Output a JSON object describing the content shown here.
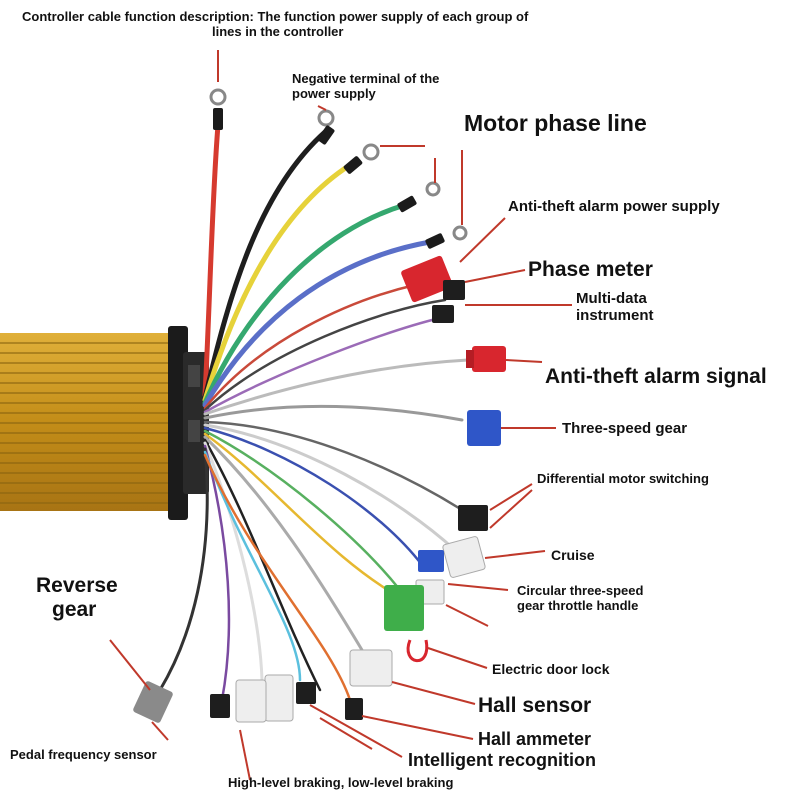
{
  "labels": {
    "header_line1": "Controller cable function description: The function power supply of each group of",
    "header_line2": "lines in the controller",
    "negative_line1": "Negative terminal of the",
    "negative_line2": "power supply",
    "motor_phase": "Motor phase line",
    "antitheft_power": "Anti-theft alarm power supply",
    "phase_meter": "Phase meter",
    "multidata_line1": "Multi-data",
    "multidata_line2": "instrument",
    "antitheft_signal": "Anti-theft alarm signal",
    "three_speed": "Three-speed gear",
    "differential": "Differential motor switching",
    "cruise": "Cruise",
    "circular_line1": "Circular three-speed",
    "circular_line2": "gear throttle handle",
    "reverse_line1": "Reverse",
    "reverse_line2": "gear",
    "door_lock": "Electric door lock",
    "hall_sensor": "Hall sensor",
    "hall_ammeter": "Hall ammeter",
    "intelligent": "Intelligent recognition",
    "pedal": "Pedal frequency sensor",
    "braking": "High-level braking, low-level braking"
  },
  "colors": {
    "controller_body": "#c9951f",
    "controller_edge": "#8a6410",
    "pointer": "#c0392b",
    "wire_red": "#d63a2f",
    "wire_black": "#1e1e1e",
    "wire_yellow": "#e6d23a",
    "wire_green": "#35a86f",
    "wire_blue": "#5a6fc8",
    "connector_red": "#d8262e",
    "connector_blue": "#2f56c8",
    "connector_green": "#3fae4a",
    "connector_white": "#eeeeee",
    "connector_gray": "#8a8a8a"
  }
}
